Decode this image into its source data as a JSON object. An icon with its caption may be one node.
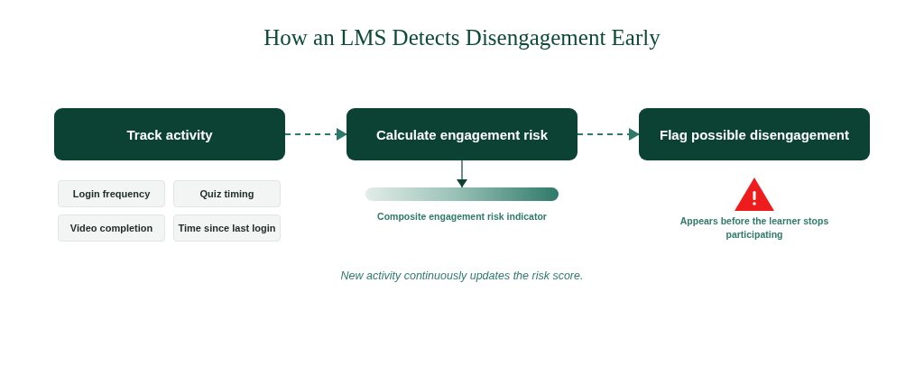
{
  "diagram": {
    "title": "How an LMS Detects Disengagement Early",
    "nodes": [
      {
        "text": [
          "Track activity"
        ]
      },
      {
        "text": [
          "Calculate engagement risk"
        ]
      },
      {
        "text": [
          "Flag possible disengagement"
        ]
      },
      {
        "text": [
          "Login frequency"
        ]
      },
      {
        "text": [
          "Quiz timing"
        ]
      },
      {
        "text": [
          "Video completion"
        ]
      },
      {
        "text": [
          "Time since last login"
        ]
      },
      {
        "text": [],
        "shape": "bar",
        "beside": [
          "Composite engagement risk indicator"
        ]
      }
    ],
    "edges": [
      {
        "from": 0,
        "to": 1,
        "arrow": "to",
        "style": "dashed"
      },
      {
        "from": 1,
        "to": 2,
        "arrow": "to",
        "style": "dashed"
      },
      {
        "from": 1,
        "to": 7,
        "arrow": "to"
      }
    ],
    "labels": [
      "Appears before the learner stops participating",
      "New activity continuously updates the risk score."
    ]
  }
}
